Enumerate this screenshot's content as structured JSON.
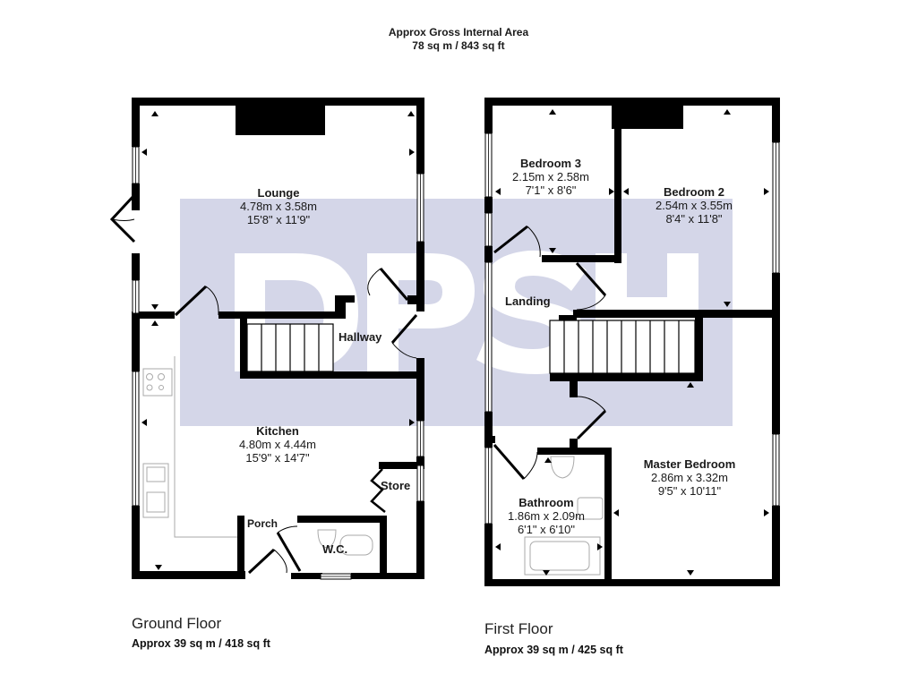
{
  "header": {
    "title": "Approx Gross Internal Area",
    "total_area": "78 sq m / 843 sq ft"
  },
  "watermark": {
    "text": "DPSH",
    "panel_color": "#d4d6e8",
    "letter_color": "#ffffff"
  },
  "colors": {
    "wall": "#000000",
    "fixture": "#999999",
    "text": "#1a1a1a"
  },
  "ground_floor": {
    "title": "Ground Floor",
    "area": "Approx 39 sq m / 418 sq ft",
    "rooms": [
      {
        "name": "Lounge",
        "metric": "4.78m x 3.58m",
        "imperial": "15'8\" x 11'9\""
      },
      {
        "name": "Hallway"
      },
      {
        "name": "Kitchen",
        "metric": "4.80m x 4.44m",
        "imperial": "15'9\" x 14'7\""
      },
      {
        "name": "Store"
      },
      {
        "name": "Porch"
      },
      {
        "name": "W.C."
      }
    ]
  },
  "first_floor": {
    "title": "First Floor",
    "area": "Approx 39 sq m / 425 sq ft",
    "rooms": [
      {
        "name": "Bedroom 3",
        "metric": "2.15m x 2.58m",
        "imperial": "7'1\" x 8'6\""
      },
      {
        "name": "Bedroom 2",
        "metric": "2.54m x 3.55m",
        "imperial": "8'4\" x 11'8\""
      },
      {
        "name": "Landing"
      },
      {
        "name": "Master Bedroom",
        "metric": "2.86m x 3.32m",
        "imperial": "9'5\" x 10'11\""
      },
      {
        "name": "Bathroom",
        "metric": "1.86m x 2.09m",
        "imperial": "6'1\" x 6'10\""
      }
    ]
  }
}
